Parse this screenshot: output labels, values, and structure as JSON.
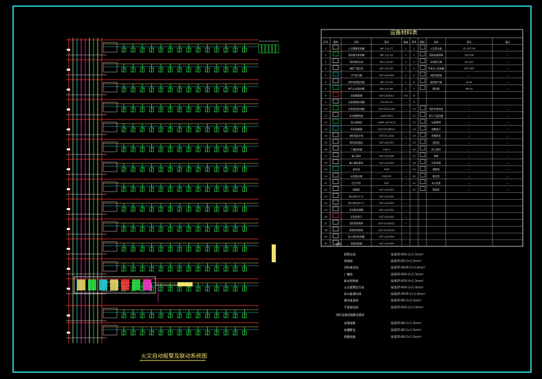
{
  "drawing": {
    "caption": "火灾自动报警及联动系统图",
    "legend_title": "设备材料表",
    "legend_headers": [
      "序号",
      "图例",
      "名称",
      "型号",
      "数量",
      "序号",
      "图例",
      "名称",
      "型号",
      "备注"
    ],
    "left_rows": [
      [
        "1",
        "火灾报警控制器",
        "JBF-11S-CT",
        "1"
      ],
      [
        "2",
        "消防联动控制器",
        "JBF-11S-LD",
        "2"
      ],
      [
        "3",
        "消防电话主机",
        "JBF-11S-DH",
        "1"
      ],
      [
        "4",
        "消防广播主机",
        "JBF-11S-GB",
        "1"
      ],
      [
        "5",
        "CRT显示器",
        "GST-LD-8305",
        "1"
      ],
      [
        "6",
        "消防电源监控器",
        "JBF-11S-DY",
        "1"
      ],
      [
        "7",
        "电气火灾监控器",
        "JBF-11S-HK",
        "1"
      ],
      [
        "8",
        "总线隔离器",
        "GST-LD-8313",
        "152"
      ],
      [
        "9",
        "点型感烟探测器",
        "JTY-GD-G3",
        "—"
      ],
      [
        "10",
        "点型感温探测器",
        "JTW-ZCD-G3N",
        "—"
      ],
      [
        "11",
        "手动报警按钮",
        "J-SAP-8401",
        "—"
      ],
      [
        "12",
        "消火栓按钮",
        "J-SAM-GST9123",
        "—"
      ],
      [
        "13",
        "声光报警器",
        "GST-HX-M8501",
        "—"
      ],
      [
        "14",
        "消防电话分机",
        "GST-TS-100A",
        "—"
      ],
      [
        "15",
        "消防电话插孔",
        "GST-LD-8312",
        "—"
      ],
      [
        "16",
        "广播扬声器",
        "YXJ3-4",
        "—"
      ],
      [
        "17",
        "输入模块",
        "GST-LD-8300",
        "—"
      ],
      [
        "18",
        "输入输出模块",
        "GST-LD-8301",
        "—"
      ],
      [
        "19",
        "信号阀",
        "ZSJZ",
        "—"
      ],
      [
        "20",
        "水流指示器",
        "ZSJZ-80",
        "—"
      ],
      [
        "21",
        "压力开关",
        "ZSJY",
        "—"
      ],
      [
        "22",
        "排烟阀",
        "GST-LD-8301",
        "—"
      ],
      [
        "23",
        "防火阀(70℃)",
        "GST-LD-8301",
        "—"
      ],
      [
        "24",
        "防火阀(280℃)",
        "GST-LD-8301",
        "—"
      ],
      [
        "25",
        "非消防电源箱",
        "GST-LD-8301",
        "—"
      ],
      [
        "26",
        "正压送风口",
        "GST-LD-8301",
        "—"
      ],
      [
        "27",
        "消防泵控制柜",
        "GST-LD-8302C",
        "—"
      ],
      [
        "28",
        "喷淋泵控制柜",
        "GST-LD-8302C",
        "—"
      ],
      [
        "29",
        "防火卷帘控制箱",
        "GST-LD-8303",
        "—"
      ],
      [
        "30",
        "电梯控制箱",
        "GST-LD-8305",
        "—"
      ]
    ],
    "right_rows": [
      [
        "1",
        "火灾显示盘",
        "ZF-GST-Z6",
        "—"
      ],
      [
        "2",
        "消防应急照明",
        "GST-ZM",
        "—"
      ],
      [
        "3",
        "区域显示器",
        "ZF-GST",
        "—"
      ],
      [
        "4",
        "气体灭火控制器",
        "GST-QKP",
        "—"
      ],
      [
        "5",
        "消防控制室",
        "—",
        "—"
      ],
      [
        "6",
        "接线端子箱",
        "JX-40",
        "—"
      ],
      [
        "7",
        "模块箱",
        "MK-20",
        "—"
      ],
      [
        "8",
        "",
        "",
        ""
      ],
      [
        "9",
        "",
        "",
        ""
      ],
      [
        "10",
        "消防专用电话",
        "—",
        "—"
      ],
      [
        "11",
        "防火门监控器",
        "—",
        "—"
      ],
      [
        "12",
        "应急照明",
        "—",
        "—"
      ],
      [
        "13",
        "疏散指示",
        "—",
        "—"
      ],
      [
        "14",
        "排烟风机",
        "—",
        "—"
      ],
      [
        "15",
        "送风机",
        "—",
        "—"
      ],
      [
        "16",
        "防火卷帘",
        "—",
        "—"
      ],
      [
        "17",
        "电梯",
        "—",
        "—"
      ],
      [
        "18",
        "切非电源",
        "—",
        "—"
      ],
      [
        "19",
        "报警阀",
        "—",
        "—"
      ],
      [
        "20",
        "稳压泵",
        "—",
        "—"
      ],
      [
        "21",
        "消火栓泵",
        "—",
        "—"
      ],
      [
        "22",
        "喷淋泵",
        "—",
        "—"
      ]
    ],
    "notes_title": "说明",
    "notes": [
      [
        "报警总线",
        "采用ZR-RVS-2×1.5mm²"
      ],
      [
        "电源线",
        "采用ZR-BV-2×2.5mm²"
      ],
      [
        "消防电话线",
        "采用ZR-RVVP-2×1.0mm²"
      ],
      [
        "广播线",
        "采用ZR-RVS-2×1.5mm²"
      ],
      [
        "联动控制线",
        "采用ZR-KVV-4×1.5mm²"
      ],
      [
        "火灾报警信号线",
        "采用ZR-RVS-2×1.0mm²"
      ],
      [
        "显示盘通讯线",
        "采用ZR-RVVP-2×1.0mm²"
      ],
      [
        "模块电源线",
        "采用ZR-BV-2×2.5mm²"
      ],
      [
        "手报按钮线",
        "采用ZR-RVS-2×1.0mm²"
      ]
    ],
    "notes2_title": "消防设备线路敷设要求",
    "notes2": [
      [
        "穿管暗敷",
        "采用ZR-BV-2×1.5mm²"
      ],
      [
        "线槽敷设",
        "采用ZR-BV-2×1.5mm²"
      ],
      [
        "明敷线路",
        "采用ZR-BV-2×1.5mm²"
      ]
    ],
    "colors": {
      "border": "#27c4cf",
      "device": "#2ee84b",
      "red": "#ff3b3b",
      "yellow": "#f2e26e",
      "cyan": "#26d6e0",
      "magenta": "#ff3bd4",
      "white": "#e8e8e8"
    }
  }
}
